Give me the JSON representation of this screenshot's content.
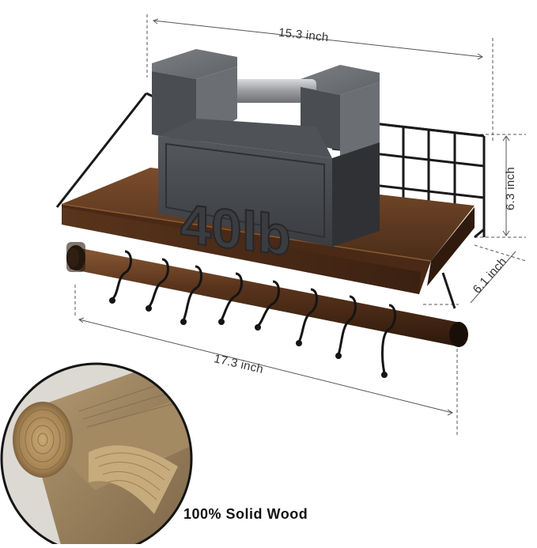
{
  "product": {
    "weight_label": "40lb",
    "colors": {
      "wood": "#6a4226",
      "wood_dark": "#3e2413",
      "metal": "#1c1c1c",
      "weight": "#5c5f63"
    }
  },
  "dimensions": {
    "width_top": "15.3 inch",
    "height": "6.3 inch",
    "depth": "6.1 inch",
    "width_rod": "17.3 inch"
  },
  "caption": "100% Solid Wood"
}
